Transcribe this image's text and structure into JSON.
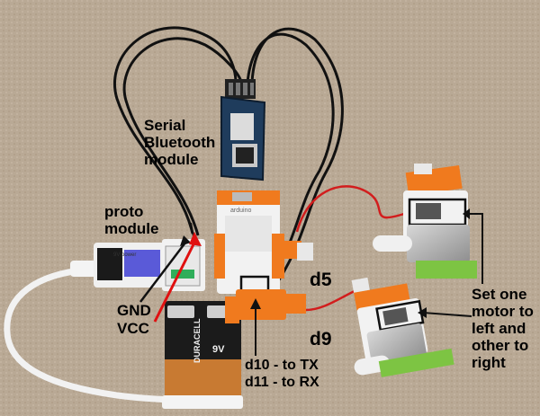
{
  "labels": {
    "serial_bluetooth": [
      "Serial",
      "Bluetooth",
      "module"
    ],
    "proto_module": [
      "proto",
      "module"
    ],
    "gnd": "GND",
    "vcc": "VCC",
    "d5": "d5",
    "d9": "d9",
    "d10_tx": "d10 - to TX",
    "d11_rx": "d11 - to RX",
    "motor_note": [
      "Set one",
      "motor to",
      "left and",
      "other to",
      "right"
    ]
  },
  "parts": {
    "power_module_text": "9V power",
    "board_text": "arduino",
    "battery_brand": "DURACELL",
    "battery_voltage": "9V"
  },
  "colors": {
    "background": "#b9a995",
    "module_orange": "#f07a1e",
    "module_green": "#7dc443",
    "battery_copper": "#c87a32",
    "battery_black": "#1b1b1b",
    "wire_black": "#111111",
    "wire_red": "#d21d1d",
    "arrow_red": "#e01010",
    "bluetooth_pcb": "#1f3c5c",
    "annotation": "#000000"
  }
}
